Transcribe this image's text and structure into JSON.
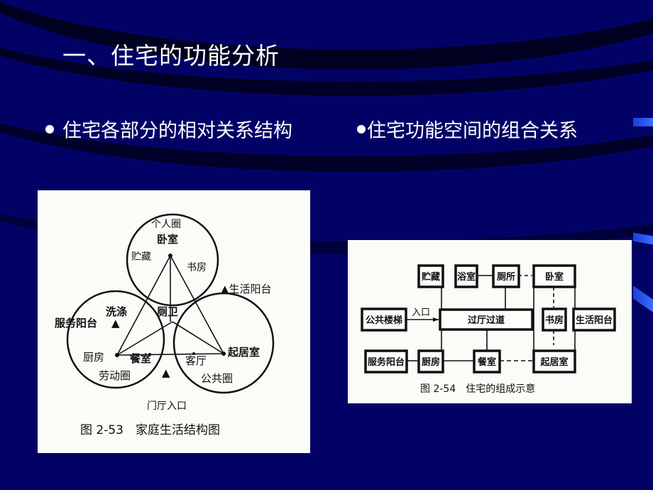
{
  "slide": {
    "title": "一、住宅的功能分析",
    "bullets": [
      {
        "text": "住宅各部分的相对关系结构"
      },
      {
        "text": "住宅功能空间的组合关系"
      }
    ]
  },
  "figure_left": {
    "caption": "图 2-53　家庭生活结构图",
    "circles": {
      "top": {
        "title": "个人圈",
        "items": [
          "卧室",
          "贮藏",
          "书房"
        ]
      },
      "left": {
        "title": "劳动圈",
        "items": [
          "洗涤",
          "厨房",
          "餐室"
        ]
      },
      "right": {
        "title": "公共圈",
        "items": [
          "客厅",
          "起居室"
        ]
      }
    },
    "center_label": "厕卫",
    "markers": {
      "living_balcony": "▲生活阳台",
      "service_balcony": "服务阳台",
      "service_marker": "▲",
      "entrance_marker": "▲",
      "entrance": "门厅入口"
    }
  },
  "figure_right": {
    "caption": "图 2-54　住宅的组成示意",
    "entry_label": "入口",
    "boxes": {
      "storage": "贮藏",
      "bathroom": "浴室",
      "toilet": "厕所",
      "bedroom": "卧室",
      "stairs": "公共楼梯",
      "hall": "过厅过道",
      "study": "书房",
      "living_balcony": "生活阳台",
      "service_balcony": "服务阳台",
      "kitchen": "厨房",
      "dining": "餐室",
      "living_room": "起居室"
    }
  },
  "colors": {
    "background": "#020266",
    "text": "#ffffff",
    "accent": "#3a6cff"
  }
}
